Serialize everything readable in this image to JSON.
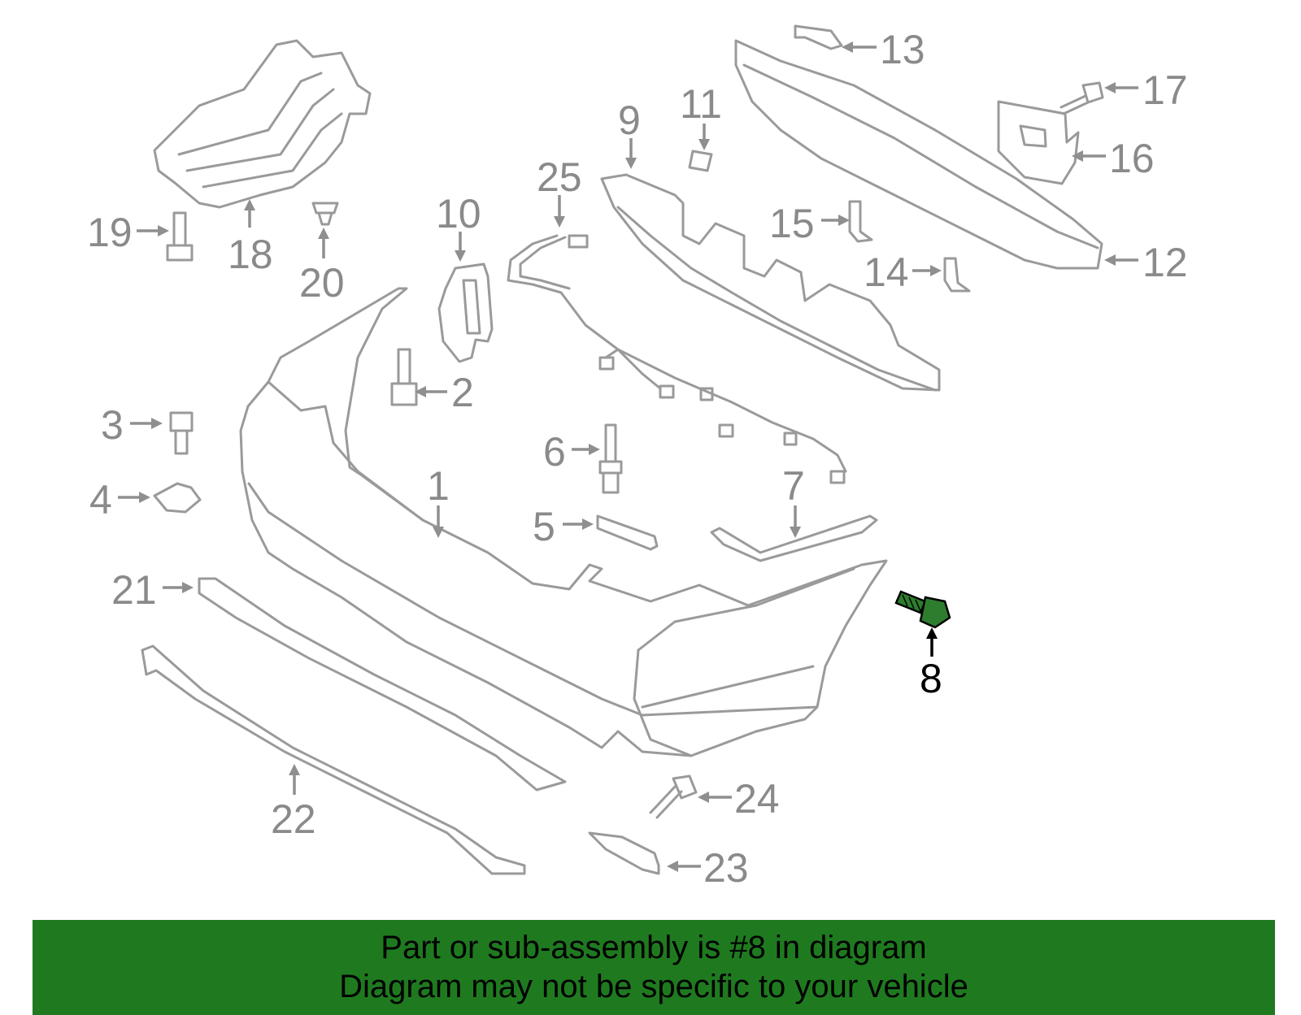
{
  "diagram": {
    "callouts": [
      "1",
      "2",
      "3",
      "4",
      "5",
      "6",
      "7",
      "8",
      "9",
      "10",
      "11",
      "12",
      "13",
      "14",
      "15",
      "16",
      "17",
      "18",
      "19",
      "20",
      "21",
      "22",
      "23",
      "24",
      "25"
    ],
    "highlighted_part": "8",
    "colors": {
      "part_stroke": "#9a9a9a",
      "label": "#8a8a8a",
      "highlight": "#000000",
      "highlight_fill": "#2e7d2e",
      "banner": "#1f7a1f"
    }
  },
  "banner": {
    "line1": "Part or sub-assembly is #8 in diagram",
    "line2": "Diagram may not be specific to your vehicle"
  }
}
